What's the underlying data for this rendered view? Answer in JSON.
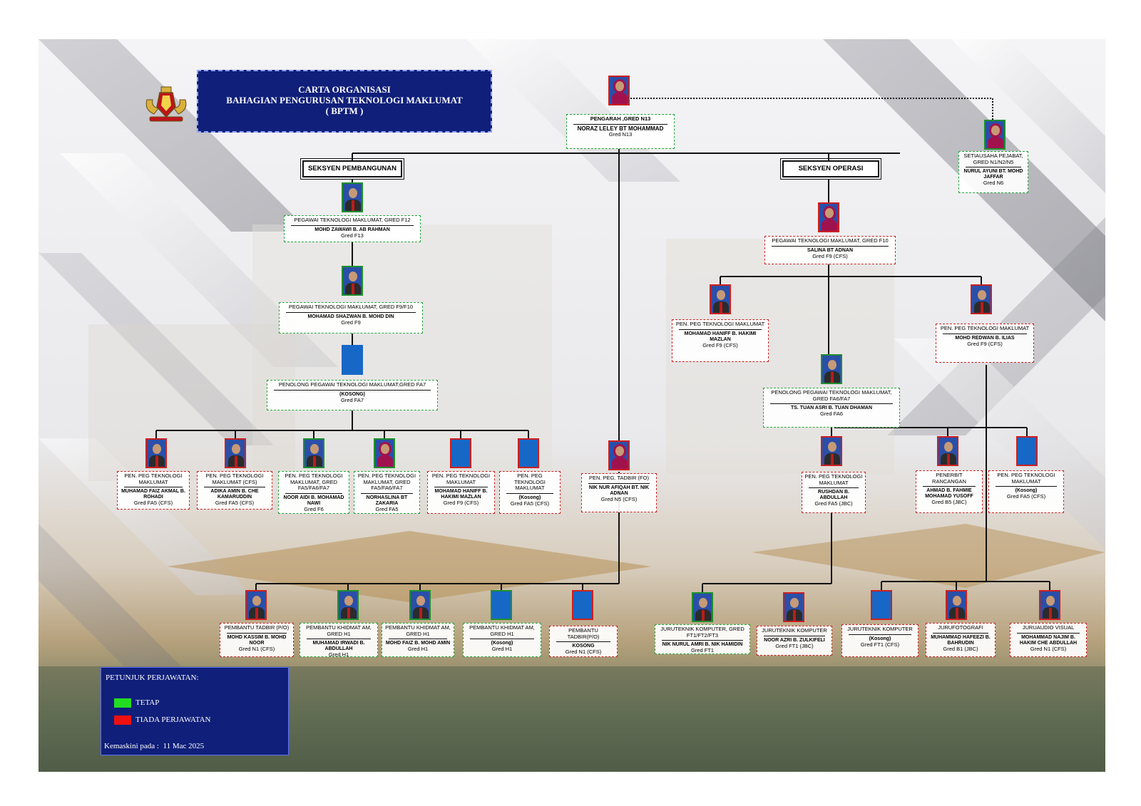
{
  "title": {
    "line1": "CARTA ORGANISASI",
    "line2": "BAHAGIAN PENGURUSAN TEKNOLOGI MAKLUMAT",
    "line3": "( BPTM )"
  },
  "sections": {
    "left": "SEKSYEN PEMBANGUNAN",
    "right": "SEKSYEN  OPERASI"
  },
  "director": {
    "role": "PENGARAH ,GRED N13",
    "name": "NORAZ LELEY BT MOHAMMAD",
    "grade": "Gred N13"
  },
  "secretary": {
    "role": "SETIAUSAHA PEJABAT, GRED N1/N2/N5",
    "name": "NURUL AYUNI BT. MOHD JAFFAR",
    "grade": "Gred N6"
  },
  "dev": {
    "head": {
      "role": "PEGAWAI TEKNOLOGI MAKLUMAT, GRED F12",
      "name": "MOHD ZAWAWI B. AB RAHMAN",
      "grade": "Gred F13"
    },
    "officer": {
      "role": "PEGAWAI TEKNOLOGI  MAKLUMAT, GRED F9/F10",
      "name": "MOHAMAD SHAZWAN B. MOHD DIN",
      "grade": "Gred F9"
    },
    "assistant": {
      "role": "PENOLONG PEGAWAI TEKNOLOGI  MAKLUMAT,GRED FA7",
      "name": "(KOSONG)",
      "grade": "Gred FA7"
    },
    "staff": [
      {
        "role": "PEN. PEG TEKNOLOGI MAKLUMAT",
        "name": "MUHAMAD FAIZ AKMAL B. ROHADI",
        "grade": "Gred FA5 (CFS)"
      },
      {
        "role": "PEN. PEG TEKNOLOGI MAKLUMAT (CFS)",
        "name": "ADIKA AMIN B. CHE KAMARUDDIN",
        "grade": "Gred FA5 (CFS)"
      },
      {
        "role": "PEN. PEG TEKNOLOGI MAKLUMAT, GRED FA5/FA6/FA7",
        "name": "NOOR AIDI  B. MOHAMAD NAWI",
        "grade": "Gred F6"
      },
      {
        "role": "PEN. PEG TEKNOLOGI MAKLUMAT, GRED FA5/FA6/FA7",
        "name": "NORHASLINA BT ZAKARIA",
        "grade": "Gred FA5"
      },
      {
        "role": "PEN. PEG TEKNOLOGI MAKLUMAT",
        "name": "MOHAMAD HANIFF B. HAKIMI MAZLAN",
        "grade": "Gred F9 (CFS)"
      },
      {
        "role": "PEN. PEG TEKNOLOGI MAKLUMAT",
        "name": "(Kosong)",
        "grade": "Gred FA5 (CFS)"
      }
    ]
  },
  "admin_officer": {
    "role": "PEN. PEG. TADBIR (FO)",
    "name": "NIK NUR AFIQAH BT. NIK ADNAN",
    "grade": "Gred N5 (CFS)"
  },
  "ops": {
    "head": {
      "role": "PEGAWAI TEKNOLOGI MAKLUMAT, GRED F10",
      "name": "SALINA BT ADNAN",
      "grade": "Gred F9 (CFS)"
    },
    "left_officer": {
      "role": "PEN. PEG TEKNOLOGI MAKLUMAT",
      "name": "MOHAMAD HANIFF B. HAKIMI MAZLAN",
      "grade": "Gred F9 (CFS)"
    },
    "right_officer": {
      "role": "PEN. PEG TEKNOLOGI MAKLUMAT",
      "name": "MOHD REDWAN B. ILIAS",
      "grade": "Gred F9 (CFS)"
    },
    "assistant": {
      "role": "PENOLONG PEGAWAI TEKNOLOGI  MAKLUMAT, GRED FA6/FA7",
      "name": "TS. TUAN ASRI B. TUAN DHAMAN",
      "grade": "Gred FA6"
    },
    "staff": [
      {
        "role": "PEN. PEG TEKNOLOGI MAKLUMAT",
        "name": "RUSHDAN  B. ABDULLAH",
        "grade": "Gred FA5 (JBC)"
      },
      {
        "role": "PENERBIT RANCANGAN",
        "name": "AHMAD B. FAHMIE MOHAMAD YUSOFF",
        "grade": "Gred B5 (JBC)"
      },
      {
        "role": "PEN. PEG TEKNOLOGI MAKLUMAT",
        "name": "(Kosong)",
        "grade": "Gred FA5 (CFS)"
      }
    ]
  },
  "bottom": [
    {
      "role": "PEMBANTU TADBIR (P/O)",
      "name": "MOHD KASSIM B. MOHD NOOR",
      "grade": "Gred N1 (CFS)"
    },
    {
      "role": "PEMBANTU KHIDMAT AM, GRED H1",
      "name": "MUHAMAD IRWADI B. ABDULLAH",
      "grade": "Gred H1"
    },
    {
      "role": "PEMBANTU KHIDMAT AM, GRED H1",
      "name": "MOHD FAIZ B. MOHD AMIN",
      "grade": "Gred H1"
    },
    {
      "role": "PEMBANTU KHIDMAT AM, GRED H1",
      "name": "(Kosong)",
      "grade": "Gred H1"
    },
    {
      "role": "PEMBANTU TADBIR(P/O)",
      "name": "KOSONG",
      "grade": "Gred N1 (CFS)"
    },
    {
      "role": "JURUTEKNIK KOMPUTER, GRED FT1/FT2/FT3",
      "name": "NIK NURUL AMRI B. NIK HAMIDIN",
      "grade": "Gred FT1"
    },
    {
      "role": "JURUTEKNIK KOMPUTER",
      "name": "NOOR AZRI B. ZULKIFELI",
      "grade": "Gred FT1 (JBC)"
    },
    {
      "role": "JURUTEKNIK KOMPUTER",
      "name": "(Kosong)",
      "grade": "Gred FT1  (CFS)"
    },
    {
      "role": "JURUFOTOGRAFI",
      "name": "MUHAMMAD HAFEEZI B. BAHRUDIN",
      "grade": "Gred B1 (JBC)"
    },
    {
      "role": "JURUAUDIO VISUAL",
      "name": "MOHAMMAD NAJIM B. HAKIM CHE ABDULLAH",
      "grade": "Gred N1 (CFS)"
    }
  ],
  "legend": {
    "title": "PETUNJUK  PERJAWATAN:",
    "items": [
      {
        "label": "TETAP",
        "color": "#22dd22"
      },
      {
        "label": "TIADA PERJAWATAN",
        "color": "#ee1111"
      }
    ],
    "updated_label": "Kemaskini pada :",
    "updated_date": "11 Mac 2025"
  },
  "colors": {
    "navy": "#0f1f7a",
    "permanent": "#22a63a",
    "no_post": "#cc2222",
    "vacant_photo": "#1767c7"
  }
}
